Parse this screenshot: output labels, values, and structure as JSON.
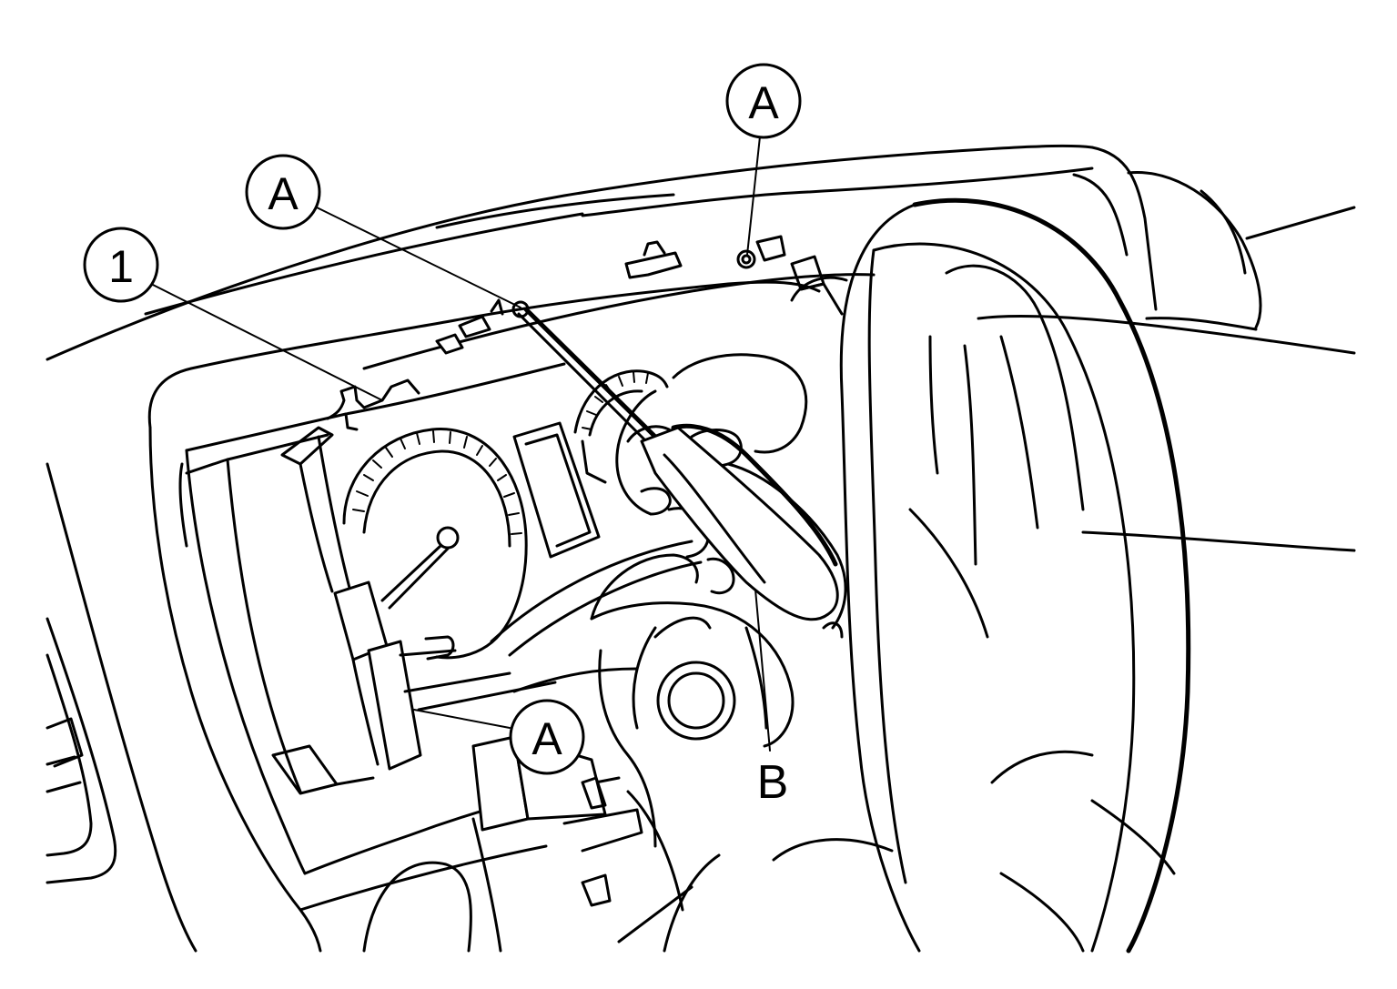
{
  "callouts": {
    "part_1": "1",
    "clip_a_top": "A",
    "clip_a_left": "A",
    "clip_a_bottom": "A",
    "tool_b": "B"
  }
}
